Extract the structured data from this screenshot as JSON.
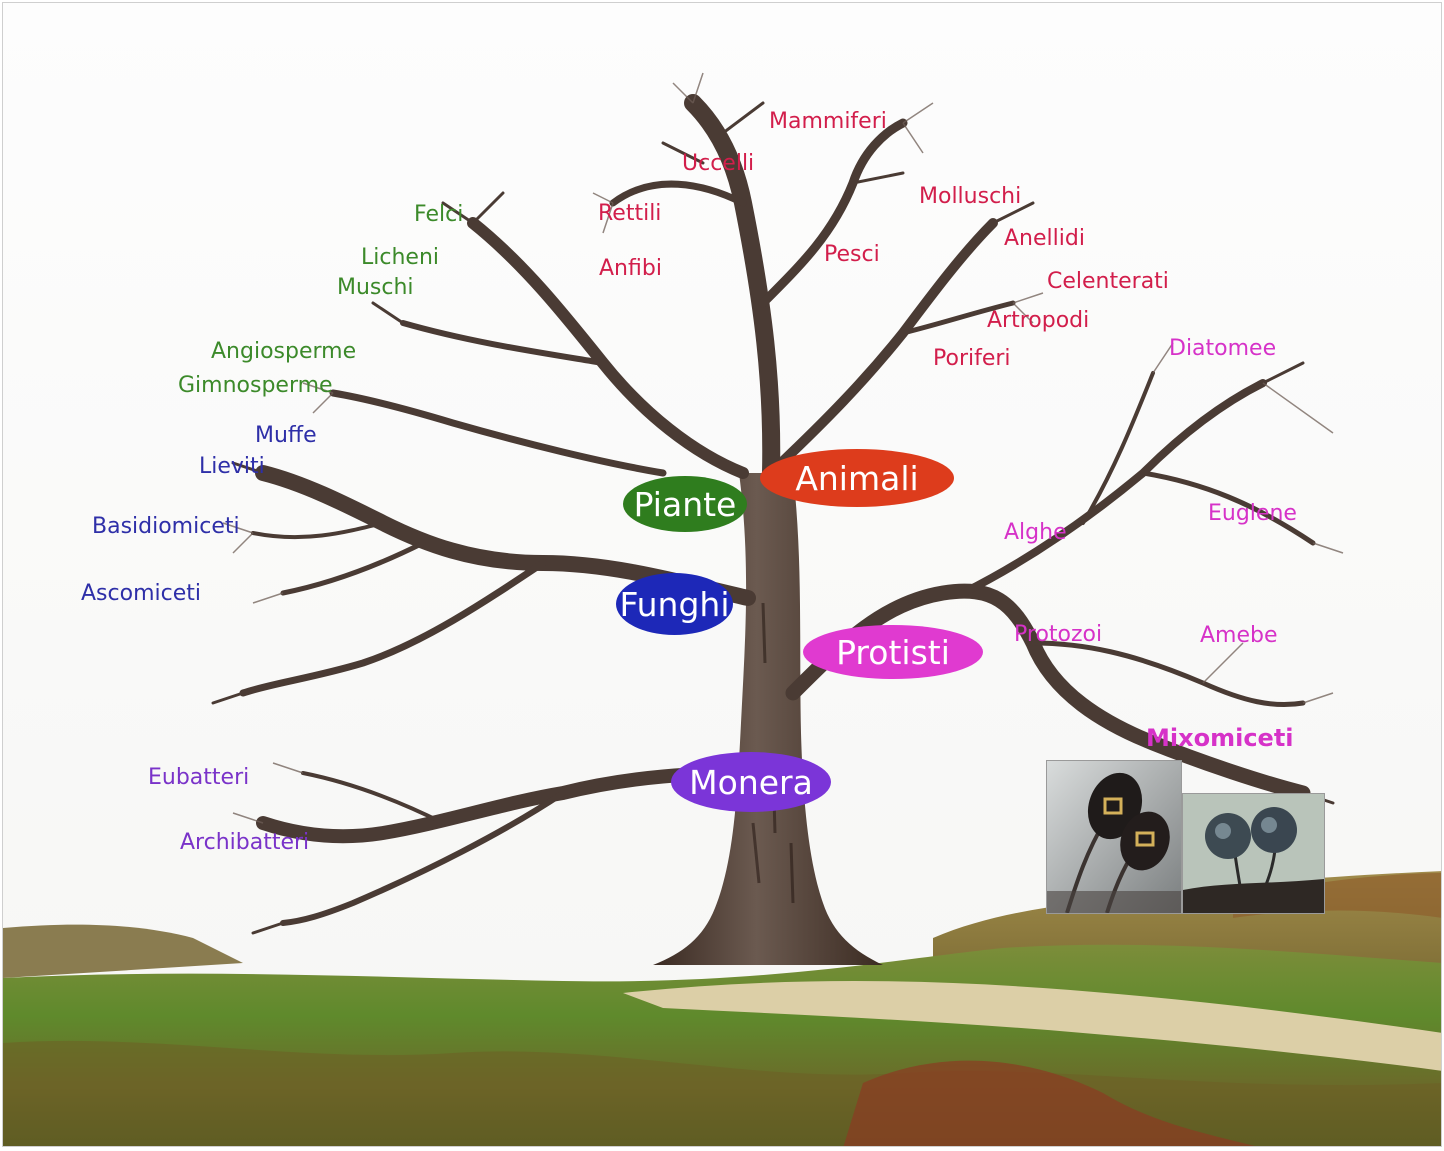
{
  "kingdoms": {
    "animali": {
      "label": "Animali",
      "color": "#dd3c1c"
    },
    "piante": {
      "label": "Piante",
      "color": "#2f7d1e"
    },
    "funghi": {
      "label": "Funghi",
      "color": "#1d28b8"
    },
    "protisti": {
      "label": "Protisti",
      "color": "#e03ad0"
    },
    "monera": {
      "label": "Monera",
      "color": "#7b35d8"
    }
  },
  "animals": [
    "Mammiferi",
    "Uccelli",
    "Rettili",
    "Anfibi",
    "Pesci",
    "Molluschi",
    "Anellidi",
    "Celenterati",
    "Artropodi",
    "Poriferi"
  ],
  "plants": [
    "Felci",
    "Licheni",
    "Muschi",
    "Angiosperme",
    "Gimnosperme"
  ],
  "fungi": [
    "Muffe",
    "Lieviti",
    "Basidiomiceti",
    "Ascomiceti"
  ],
  "protists": [
    "Diatomee",
    "Euglene",
    "Alghe",
    "Protozoi",
    "Amebe",
    "Mixomiceti"
  ],
  "monera": [
    "Eubatteri",
    "Archibatteri"
  ],
  "photos": [
    {
      "name": "slime-mold-sporangia-dark-photo"
    },
    {
      "name": "slime-mold-sporangia-round-photo"
    }
  ]
}
